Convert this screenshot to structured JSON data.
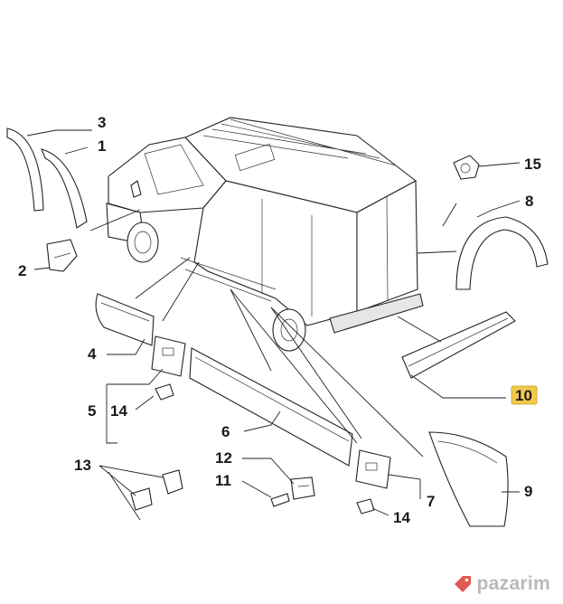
{
  "callouts": {
    "c1": "1",
    "c2": "2",
    "c3": "3",
    "c4": "4",
    "c5": "5",
    "c6": "6",
    "c7": "7",
    "c8": "8",
    "c9": "9",
    "c10": "10",
    "c11": "11",
    "c12": "12",
    "c13": "13",
    "c14a": "14",
    "c14b": "14",
    "c15": "15"
  },
  "highlight_color": "#f2c94c",
  "watermark": {
    "text": "pazarim",
    "icon": "price-tag-icon",
    "color": "#e05a4f"
  }
}
